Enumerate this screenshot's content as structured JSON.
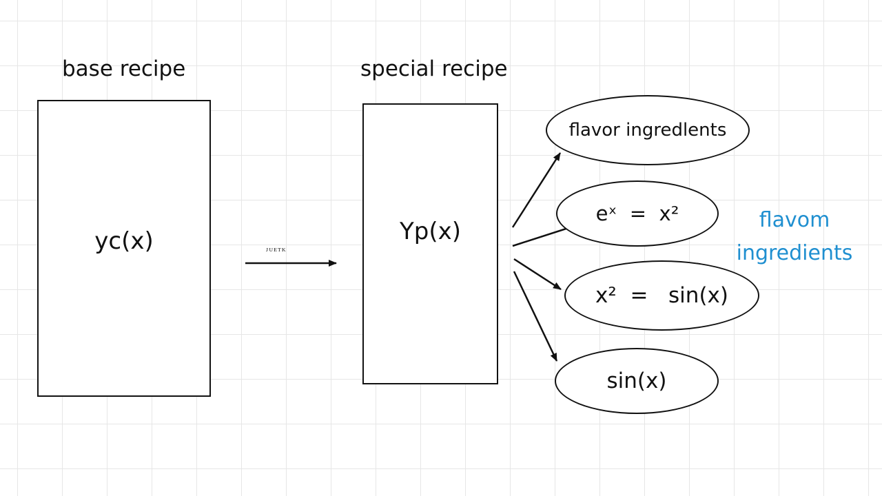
{
  "headings": {
    "base": "base recipe",
    "special": "special recipe"
  },
  "boxes": {
    "base_label": "yc(x)",
    "special_label": "Yp(x)"
  },
  "transition_label": "ᴊᴜᴇᴛᴋ",
  "ovals": [
    {
      "text": "flavor ingredlents"
    },
    {
      "text": "eˣ  =  x²"
    },
    {
      "text": "x²  =   sin(x)"
    },
    {
      "text": "sin(x)"
    }
  ],
  "side_note": {
    "line1": "flavom",
    "line2": "ingredients",
    "color": "#1f8fd0"
  },
  "colors": {
    "ink": "#111111",
    "grid": "#e6e6e6"
  }
}
